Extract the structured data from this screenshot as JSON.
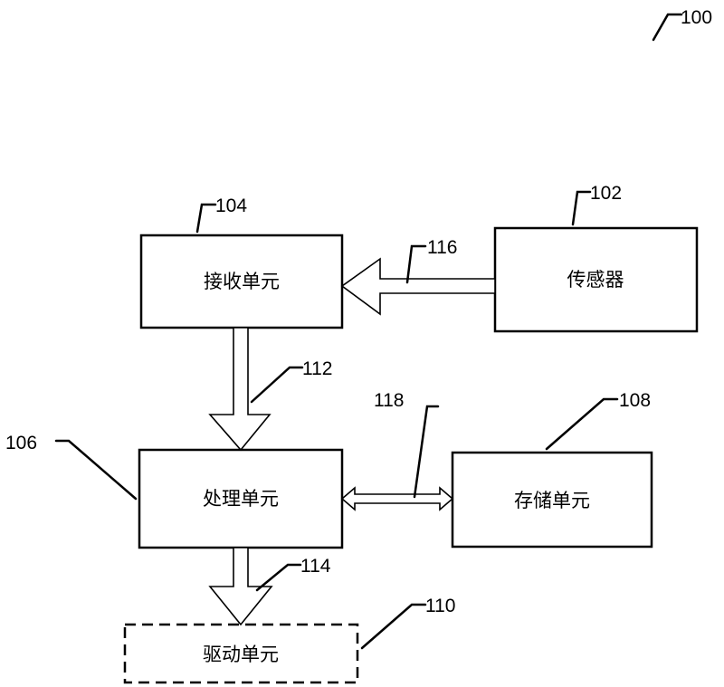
{
  "figure_ref": "100",
  "units": {
    "sensor": {
      "label": "传感器",
      "ref": "102"
    },
    "receiving": {
      "label": "接收单元",
      "ref": "104"
    },
    "processing": {
      "label": "处理单元",
      "ref": "106"
    },
    "storage": {
      "label": "存储单元",
      "ref": "108"
    },
    "drive": {
      "label": "驱动单元",
      "ref": "110"
    }
  },
  "connections": {
    "receiving_to_processing": {
      "ref": "112"
    },
    "processing_to_drive": {
      "ref": "114"
    },
    "sensor_to_receiving": {
      "ref": "116"
    },
    "processing_storage": {
      "ref": "118"
    }
  }
}
